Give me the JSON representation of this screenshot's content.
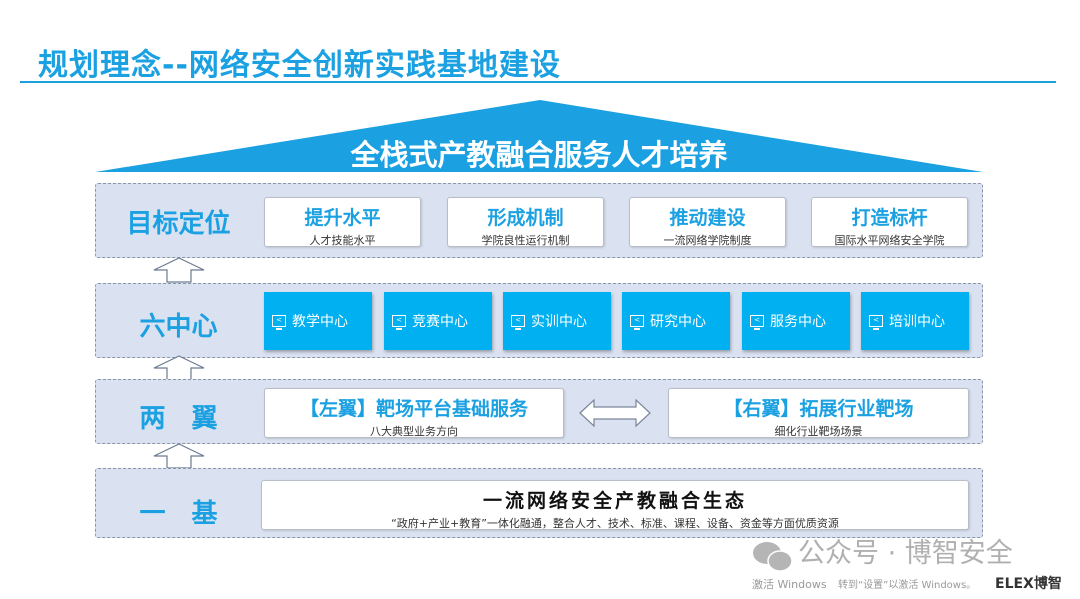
{
  "title": "规划理念--网络安全创新实践基地建设",
  "roof": "全栈式产教融合服务人才培养",
  "rows": {
    "goal": {
      "label": "目标定位",
      "items": [
        {
          "title": "提升水平",
          "sub": "人才技能水平"
        },
        {
          "title": "形成机制",
          "sub": "学院良性运行机制"
        },
        {
          "title": "推动建设",
          "sub": "一流网络学院制度"
        },
        {
          "title": "打造标杆",
          "sub": "国际水平网络安全学院"
        }
      ]
    },
    "centers": {
      "label": "六中心",
      "items": [
        "教学中心",
        "竞赛中心",
        "实训中心",
        "研究中心",
        "服务中心",
        "培训中心"
      ]
    },
    "wings": {
      "label": "两　翼",
      "left": {
        "title": "【左翼】靶场平台基础服务",
        "sub": "八大典型业务方向"
      },
      "right": {
        "title": "【右翼】拓展行业靶场",
        "sub": "细化行业靶场场景"
      }
    },
    "base": {
      "label": "一　基",
      "title": "一流网络安全产教融合生态",
      "sub": "“政府+产业+教育”一体化融通，整合人才、技术、标准、课程、设备、资金等方面优质资源"
    }
  },
  "watermark": {
    "wechat": "公众号 · 博智安全",
    "windows1": "激活 Windows",
    "windows2": "转到“设置”以激活 Windows。",
    "logo": "ELEX博智"
  },
  "colors": {
    "accent": "#1ba1e2",
    "center_box": "#00b0f0",
    "row_bg": "#dae2f2"
  },
  "icons": {
    "center": "monitor-network-icon",
    "wechat": "wechat-icon"
  }
}
